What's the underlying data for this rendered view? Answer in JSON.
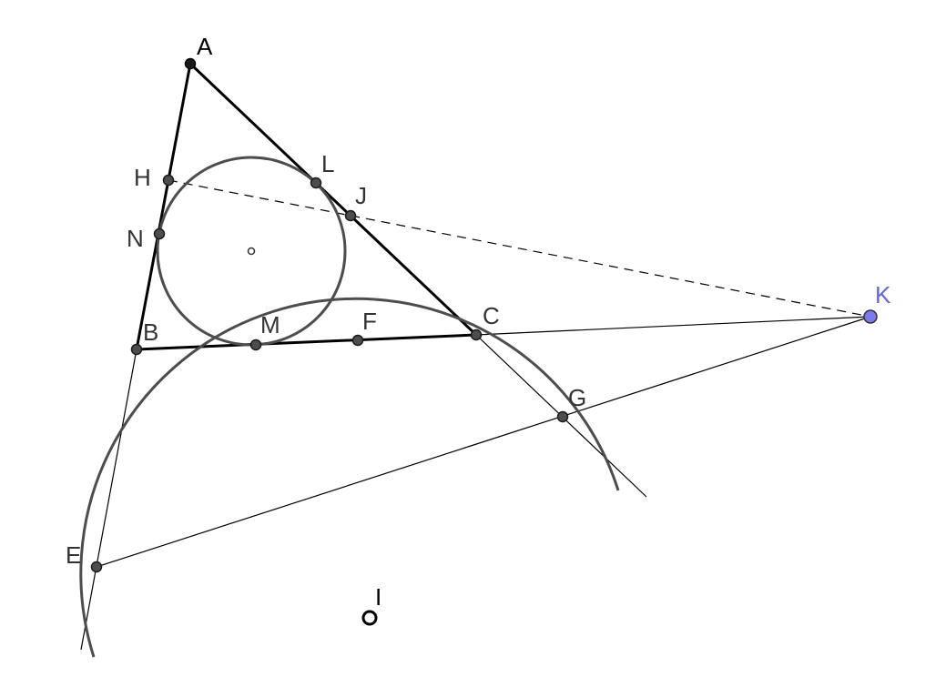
{
  "diagram": {
    "colors": {
      "line": "#000000",
      "circle": "#4d4d4d",
      "point_fill": "#4d4d4d",
      "point_stroke": "#1a1a1a",
      "label": "#333333",
      "highlight_point": "#7b7bf0",
      "highlight_label": "#6464e6"
    },
    "points": [
      {
        "id": "A",
        "label": "A"
      },
      {
        "id": "B",
        "label": "B"
      },
      {
        "id": "C",
        "label": "C"
      },
      {
        "id": "H",
        "label": "H"
      },
      {
        "id": "N",
        "label": "N"
      },
      {
        "id": "L",
        "label": "L"
      },
      {
        "id": "J",
        "label": "J"
      },
      {
        "id": "M",
        "label": "M"
      },
      {
        "id": "F",
        "label": "F"
      },
      {
        "id": "G",
        "label": "G"
      },
      {
        "id": "E",
        "label": "E"
      },
      {
        "id": "K",
        "label": "K"
      },
      {
        "id": "I",
        "label": "I"
      }
    ]
  }
}
